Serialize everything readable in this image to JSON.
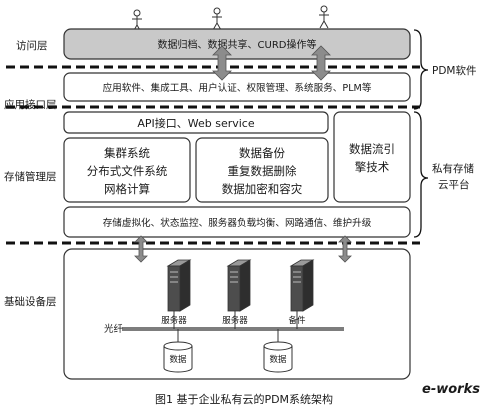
{
  "layers": {
    "access": "访问层",
    "app_interface": "应用接口层",
    "storage_mgmt": "存储管理层",
    "infrastructure": "基础设备层"
  },
  "access_box": "数据归档、数据共享、CURD操作等",
  "app_box": "应用软件、集成工具、用户认证、权限管理、系统服务、PLM等",
  "api_box": "API接口、Web service",
  "cluster_box": [
    "集群系统",
    "分布式文件系统",
    "网格计算"
  ],
  "backup_box": [
    "数据备份",
    "重复数据删除",
    "数据加密和容灾"
  ],
  "engine_box": [
    "数据流引",
    "擎技术"
  ],
  "virtual_box": "存储虚拟化、状态监控、服务器负载均衡、网路通信、维护升级",
  "equipment": {
    "server1": "服务器",
    "server2": "服务器",
    "spare": "备件",
    "fiber": "光纤",
    "db1": "数据",
    "db2": "数据"
  },
  "right_labels": {
    "pdm": "PDM软件",
    "cloud": [
      "私有存储",
      "云平台"
    ]
  },
  "caption": "图1  基于企业私有云的PDM系统架构",
  "watermark": "e-works",
  "colors": {
    "access_fill": "#c9c9c9",
    "server_body": "#4d4d4d",
    "fiber_line": "#7d7d7d",
    "watermark": "#d98a1c"
  }
}
